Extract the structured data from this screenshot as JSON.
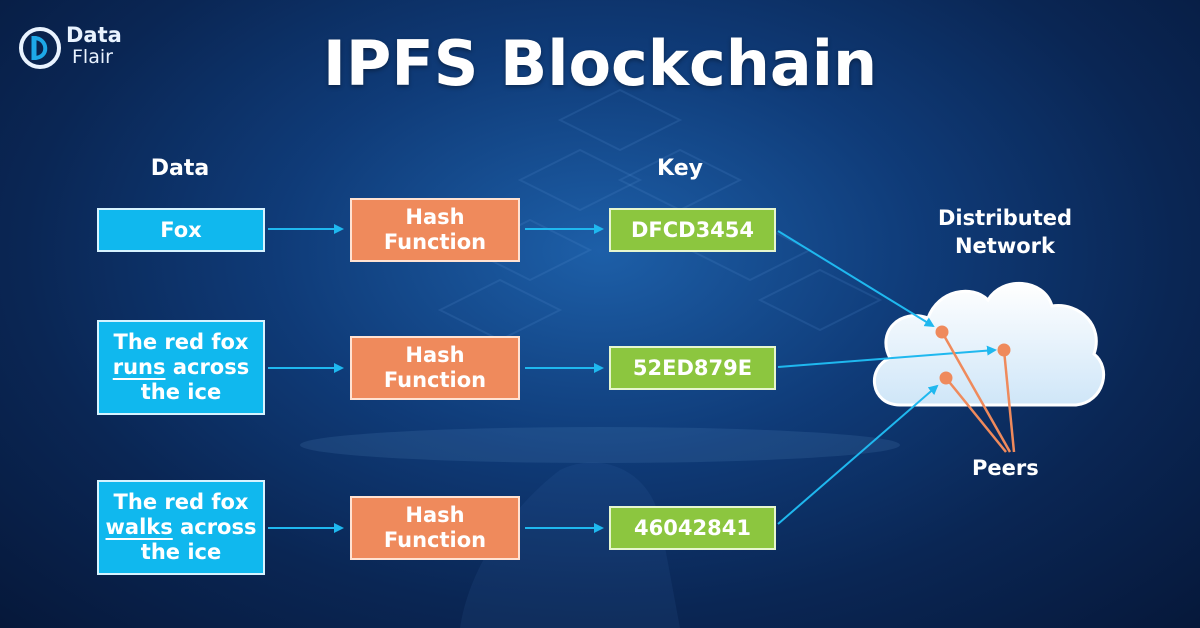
{
  "logo": {
    "line1": "Data",
    "line2": "Flair"
  },
  "title": "IPFS Blockchain",
  "headers": {
    "data": "Data",
    "key": "Key"
  },
  "rows": [
    {
      "data_text": "Fox",
      "hash_text": "Hash\nFunction",
      "key_text": "DFCD3454"
    },
    {
      "data_pre": "The red fox\n",
      "data_underlined": "runs",
      "data_post": " across\nthe ice",
      "hash_text": "Hash\nFunction",
      "key_text": "52ED879E"
    },
    {
      "data_pre": "The red fox\n",
      "data_underlined": "walks",
      "data_post": " across\nthe ice",
      "hash_text": "Hash\nFunction",
      "key_text": "46042841"
    }
  ],
  "network_label": "Distributed\nNetwork",
  "peers_label": "Peers",
  "colors": {
    "data_box": "#10b8ee",
    "hash_box": "#ef8a5c",
    "key_box": "#8cc63f",
    "arrow": "#1fb8ef",
    "peer": "#ef8a5c",
    "background": "#0f3b78"
  }
}
